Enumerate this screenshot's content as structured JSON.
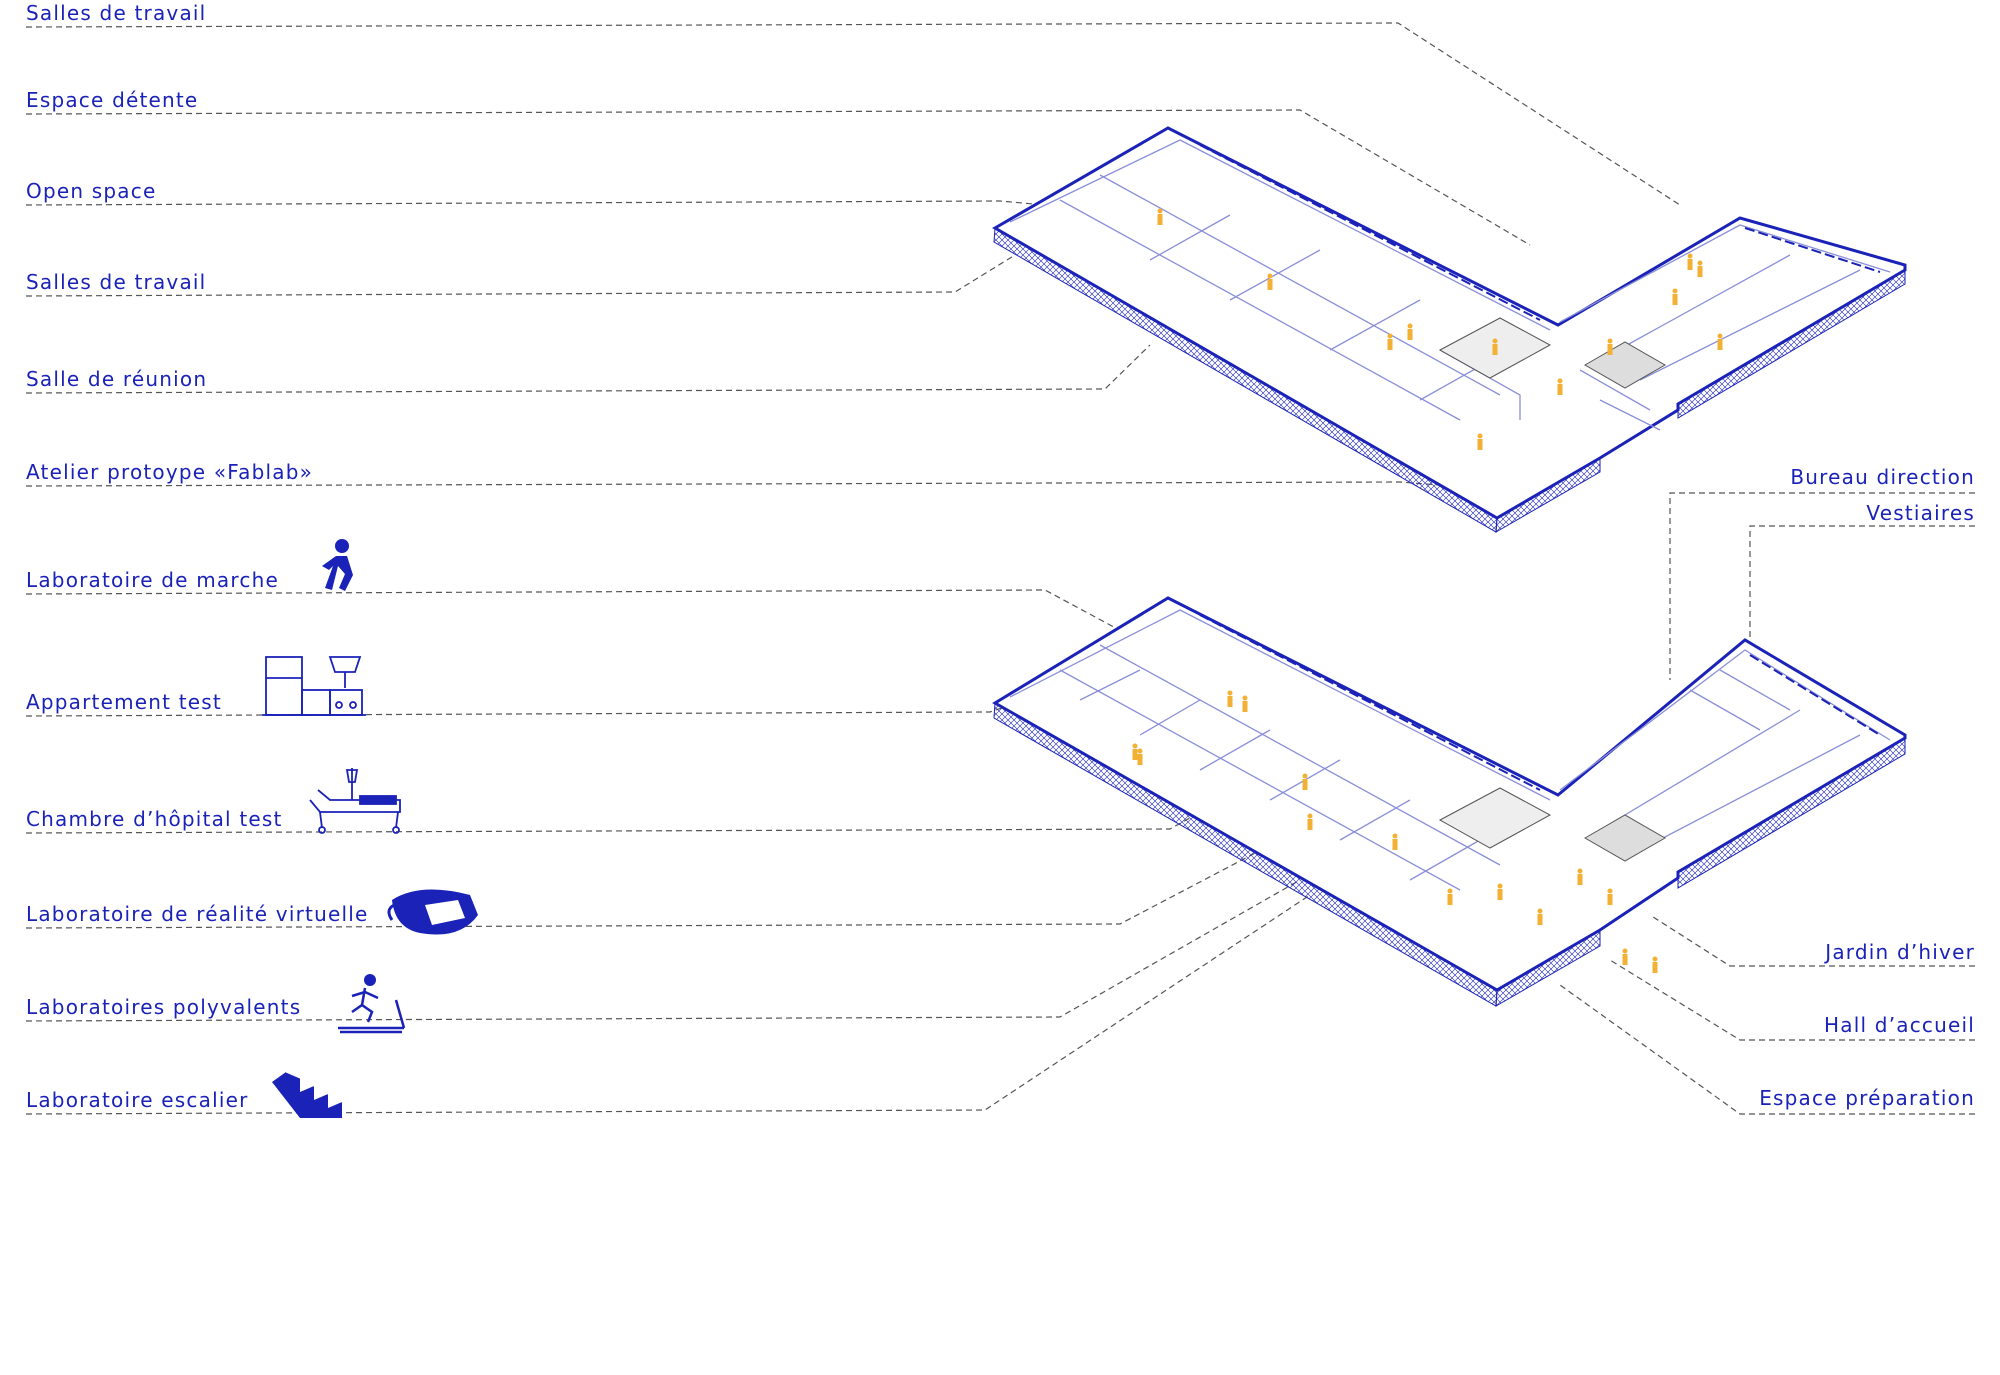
{
  "colors": {
    "accent": "#1a22b8",
    "leader": "#555555",
    "people": "#f2b134",
    "interior": "#8a8fd8"
  },
  "upper_floor": {
    "labels": [
      "Salles de travail",
      "Espace détente",
      "Open space",
      "Salles de travail",
      "Salle de réunion",
      "Atelier protoype «Fablab»"
    ]
  },
  "lower_floor": {
    "left_labels": [
      {
        "text": "Laboratoire de marche",
        "icon": "walking-person-icon"
      },
      {
        "text": "Appartement test",
        "icon": "kitchen-icon"
      },
      {
        "text": "Chambre d’hôpital test",
        "icon": "hospital-bed-icon"
      },
      {
        "text": "Laboratoire de réalité virtuelle",
        "icon": "vr-headset-icon"
      },
      {
        "text": "Laboratoires polyvalents",
        "icon": "treadmill-icon"
      },
      {
        "text": "Laboratoire escalier",
        "icon": "stairs-icon"
      }
    ],
    "right_labels": [
      "Bureau direction",
      "Vestiaires",
      "Jardin d’hiver",
      "Hall d’accueil",
      "Espace préparation"
    ]
  }
}
